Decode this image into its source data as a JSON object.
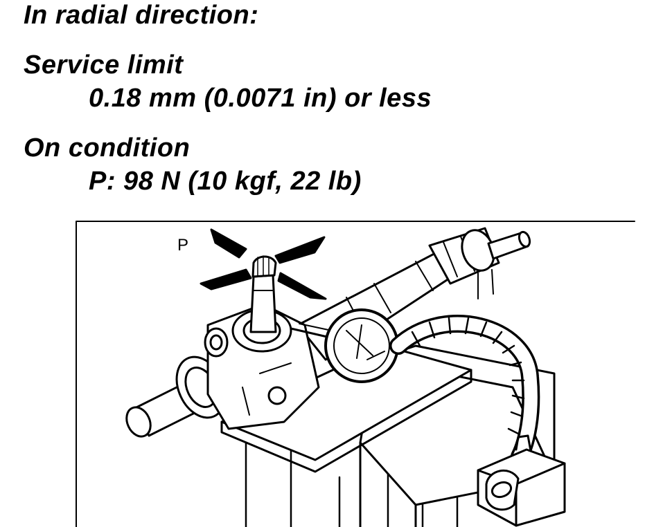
{
  "text": {
    "heading": "In radial direction:",
    "service_limit_label": "Service limit",
    "service_limit_value": "0.18 mm (0.0071 in) or less",
    "condition_label": "On condition",
    "condition_value": "P: 98 N (10 kgf, 22 lb)"
  },
  "figure": {
    "force_label": "P",
    "line_color": "#000000",
    "fill_color": "#ffffff"
  }
}
